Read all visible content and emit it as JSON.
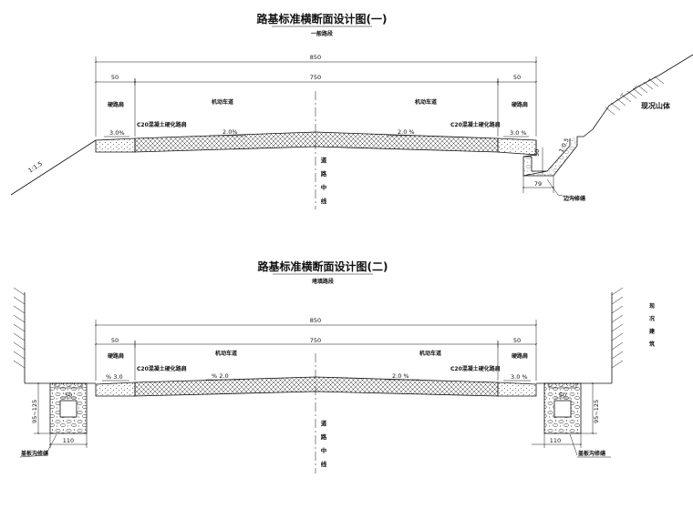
{
  "figure1": {
    "title": "路基标准横断面设计图(一)",
    "subtitle": "一般路段",
    "dim_total": "850",
    "dim_left_shoulder": "50",
    "dim_carriageway": "750",
    "dim_right_shoulder": "50",
    "label_left_shoulder": "硬路肩",
    "label_lane_left": "机动车道",
    "label_lane_right": "机动车道",
    "label_right_shoulder": "硬路肩",
    "label_c20_left": "C20混凝土硬化路肩",
    "label_c20_right": "C20混凝土硬化路肩",
    "slope_left_shoulder": "3.0%",
    "slope_left_lane": "2.0%",
    "slope_right_lane": "2.0 %",
    "slope_right_shoulder": "3.0 %",
    "fill_slope": "1:1.5",
    "cut_slope": "1:0.5",
    "ditch_depth": "50",
    "ditch_width": "79",
    "label_ditch": "边沟修缮",
    "label_mountain": "现况山体",
    "centerline_chars": [
      "道",
      "路",
      "中",
      "线"
    ]
  },
  "figure2": {
    "title": "路基标准横断面设计图(二)",
    "subtitle": "堵填路段",
    "dim_total": "850",
    "dim_left_shoulder": "50",
    "dim_carriageway": "750",
    "dim_right_shoulder": "50",
    "label_left_shoulder": "硬路肩",
    "label_lane_left": "机动车道",
    "label_lane_right": "机动车道",
    "label_right_shoulder": "硬路肩",
    "label_c20_left": "C20混凝土硬化路肩",
    "label_c20_right": "C20混凝土硬化路肩",
    "slope_left_shoulder": "% 3.0",
    "slope_left_lane": "% 2.0",
    "slope_right_lane": "2.0 %",
    "slope_right_shoulder": "3.0 %",
    "ditch_depth_left": "95~125",
    "ditch_depth_right": "95~125",
    "ditch_inner_left": "50",
    "ditch_inner_right": "50",
    "ditch_width_left": "110",
    "ditch_width_right": "110",
    "label_ditch_left": "盖板沟修缮",
    "label_ditch_right": "盖板沟修缮",
    "building_chars": [
      "现",
      "况",
      "建",
      "筑"
    ],
    "centerline_chars": [
      "道",
      "路",
      "中",
      "线"
    ]
  }
}
